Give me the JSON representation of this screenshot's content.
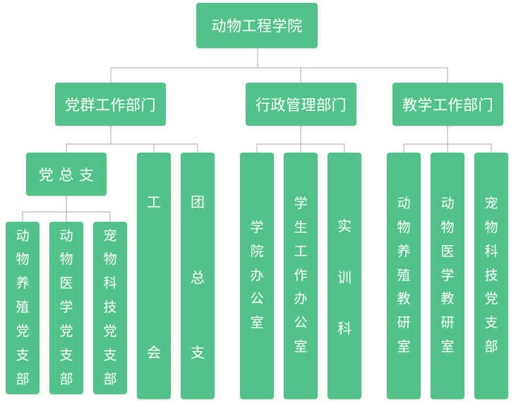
{
  "root": "动物工程学院",
  "branches": {
    "party": "党群工作部门",
    "admin": "行政管理部门",
    "teaching": "教学工作部门"
  },
  "party_children": {
    "general_branch": "党 总 支",
    "union": [
      "工",
      "会"
    ],
    "league": [
      "团",
      "总",
      "支"
    ]
  },
  "general_branch_children": [
    "动物养殖党支部",
    "动物医学党支部",
    "宠物科技党支部"
  ],
  "admin_children": [
    "学院办公室",
    "学生工作办公室",
    "实训科"
  ],
  "teaching_children": [
    "动物养殖教研室",
    "动物医学教研室",
    "宠物科技党支部"
  ],
  "colors": {
    "box": "#52c28a",
    "text": "#ffffff",
    "line": "#a9a9a9"
  }
}
